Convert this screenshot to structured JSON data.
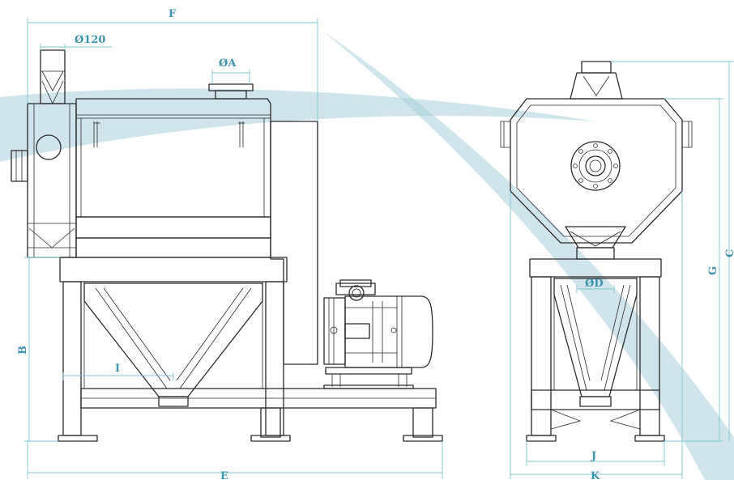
{
  "diagram": {
    "dimensions": {
      "F": "F",
      "dia120": "Ø120",
      "diaA": "ØA",
      "B": "B",
      "I": "I",
      "E": "E",
      "G": "G",
      "C": "C",
      "diaD": "ØD",
      "J": "J",
      "K": "K"
    },
    "colors": {
      "line": "#2a2a2a",
      "dimension": "#7fc3d6",
      "label": "#3e92ab",
      "swoosh": "#aacfdb"
    }
  }
}
